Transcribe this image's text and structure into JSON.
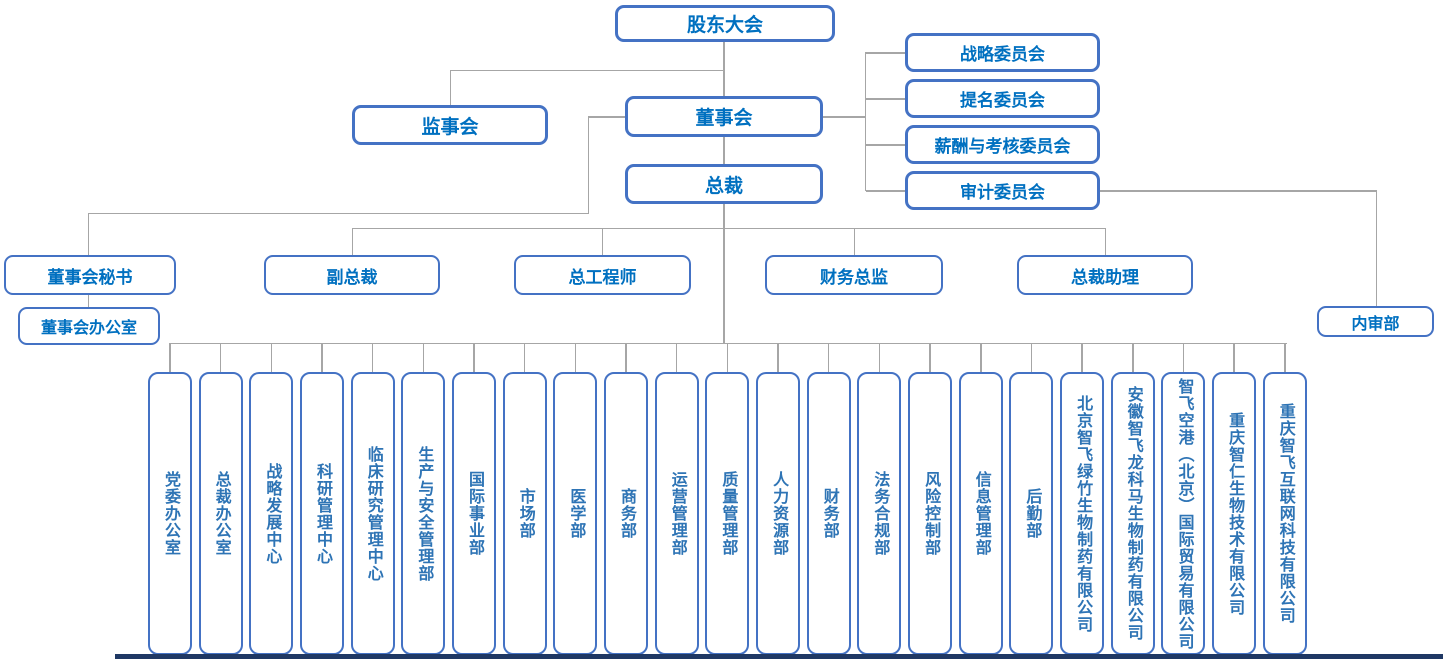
{
  "colors": {
    "background": "#FFFFFF",
    "box-border": "#4472C4",
    "box-text": "#0070C0",
    "dept-text": "#2E74B5",
    "connector": "#A6A6A6",
    "footer-strip": "#1F3864"
  },
  "org": {
    "shareholders": "股东大会",
    "supervisory_board": "监事会",
    "board": "董事会",
    "president": "总裁",
    "committees": [
      "战略委员会",
      "提名委员会",
      "薪酬与考核委员会",
      "审计委员会"
    ],
    "board_secretary": "董事会秘书",
    "vice_president": "副总裁",
    "chief_engineer": "总工程师",
    "finance_director": "财务总监",
    "president_assistant": "总裁助理",
    "board_office": "董事会办公室",
    "internal_audit": "内审部",
    "departments": [
      "党委办公室",
      "总裁办公室",
      "战略发展中心",
      "科研管理中心",
      "临床研究管理中心",
      "生产与安全管理部",
      "国际事业部",
      "市场部",
      "医学部",
      "商务部",
      "运营管理部",
      "质量管理部",
      "人力资源部",
      "财务部",
      "法务合规部",
      "风险控制部",
      "信息管理部",
      "后勤部",
      "北京智飞绿竹生物制药有限公司",
      "安徽智飞龙科马生物制药有限公司",
      "智飞空港（北京）国际贸易有限公司",
      "重庆智仁生物技术有限公司",
      "重庆智飞互联网科技有限公司"
    ]
  }
}
